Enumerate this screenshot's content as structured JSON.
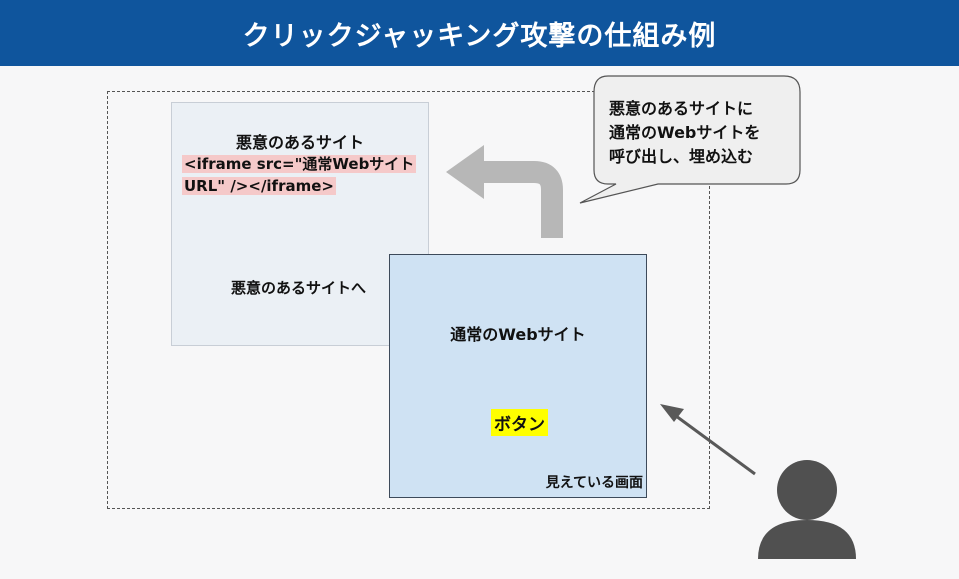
{
  "header": {
    "title": "クリックジャッキング攻撃の仕組み例"
  },
  "malicious_site": {
    "title": "悪意のあるサイト",
    "iframe_line1": "<iframe src=\"通常Webサイト",
    "iframe_line2": "URL\" /></iframe>",
    "link_label": "悪意のあるサイトへ"
  },
  "normal_site": {
    "title": "通常のWebサイト",
    "button_label": "ボタン",
    "visible_screen_label": "見えている画面"
  },
  "callout": {
    "line1": "悪意のあるサイトに",
    "line2": "通常のWebサイトを",
    "line3": "呼び出し、埋め込む"
  },
  "colors": {
    "header_bg": "#0f559d",
    "malicious_bg": "#ebf0f5",
    "normal_bg": "#cfe2f3",
    "iframe_highlight": "#f5c9c9",
    "button_highlight": "#ffff00",
    "arrow_gray": "#b7b7b7",
    "user_icon": "#505050"
  },
  "icons": {
    "user": "user-icon",
    "embed_arrow": "bent-arrow-icon",
    "click_arrow": "diagonal-arrow-icon"
  }
}
